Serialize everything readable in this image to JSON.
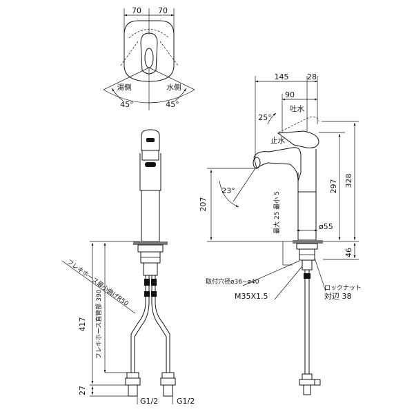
{
  "top_view": {
    "width_left": "70",
    "width_right": "70",
    "hot_label": "湯側",
    "cold_label": "水側",
    "angle_left": "45°",
    "angle_right": "45°"
  },
  "front_view": {
    "hose_min_radius": "フレキホース最小曲げR50",
    "hose_straight_length": "フレキホース直管部 390",
    "height_total": "417",
    "height_bottom": "27",
    "thread_left": "G1/2",
    "thread_right": "G1/2"
  },
  "side_view": {
    "reach": "145",
    "handle_offset": "28",
    "lever_reach": "90",
    "angle_top": "25°",
    "water_on": "吐水",
    "water_off": "止水",
    "angle_spout": "23°",
    "spout_height": "207",
    "lever_height": "297",
    "total_height": "328",
    "max_thickness": "最大 25 最小 5",
    "body_diameter": "ø55",
    "below_deck": "46",
    "mount_hole": "取付穴径ø36~ø40",
    "thread_size": "M35X1.5",
    "lock_nut_label": "ロックナット",
    "lock_nut_size": "対辺 38"
  }
}
